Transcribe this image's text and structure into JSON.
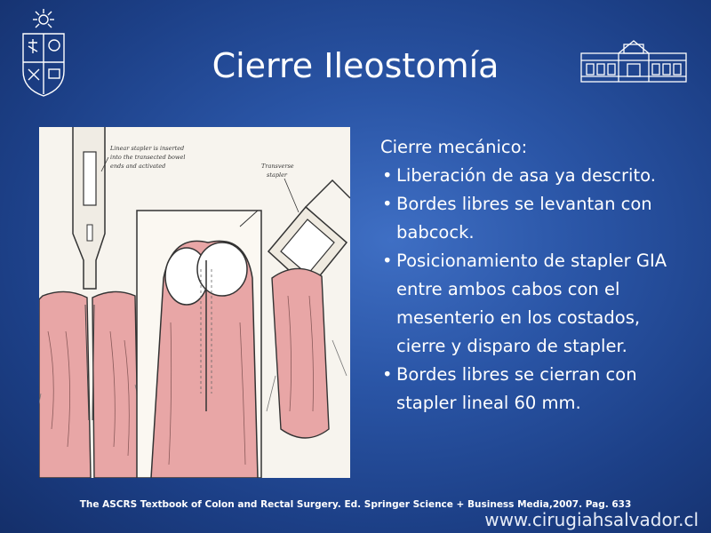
{
  "slide": {
    "title": "Cierre Ileostomía",
    "lead": "Cierre mecánico:",
    "bullets": [
      "Liberación de asa ya descrito.",
      "Bordes libres se levantan con babcock.",
      "Posicionamiento de stapler GIA entre ambos cabos con el mesenterio en los costados, cierre y disparo de stapler.",
      "Bordes libres se cierran con stapler lineal 60 mm."
    ],
    "citation": "The ASCRS Textbook of Colon and Rectal Surgery. Ed. Springer Science + Business Media,2007. Pag. 633",
    "website": "www.cirugiahsalvador.cl"
  },
  "figure": {
    "labels": [
      "Linear stapler is inserted into the transected bowel ends and activated",
      "Transverse stapler"
    ]
  },
  "logos": {
    "left": "university-crest-icon",
    "right": "hospital-building-icon"
  },
  "colors": {
    "background": "#2a55a6",
    "tissue": "#e8a6a6",
    "figure_bg": "#f7f4ee"
  }
}
